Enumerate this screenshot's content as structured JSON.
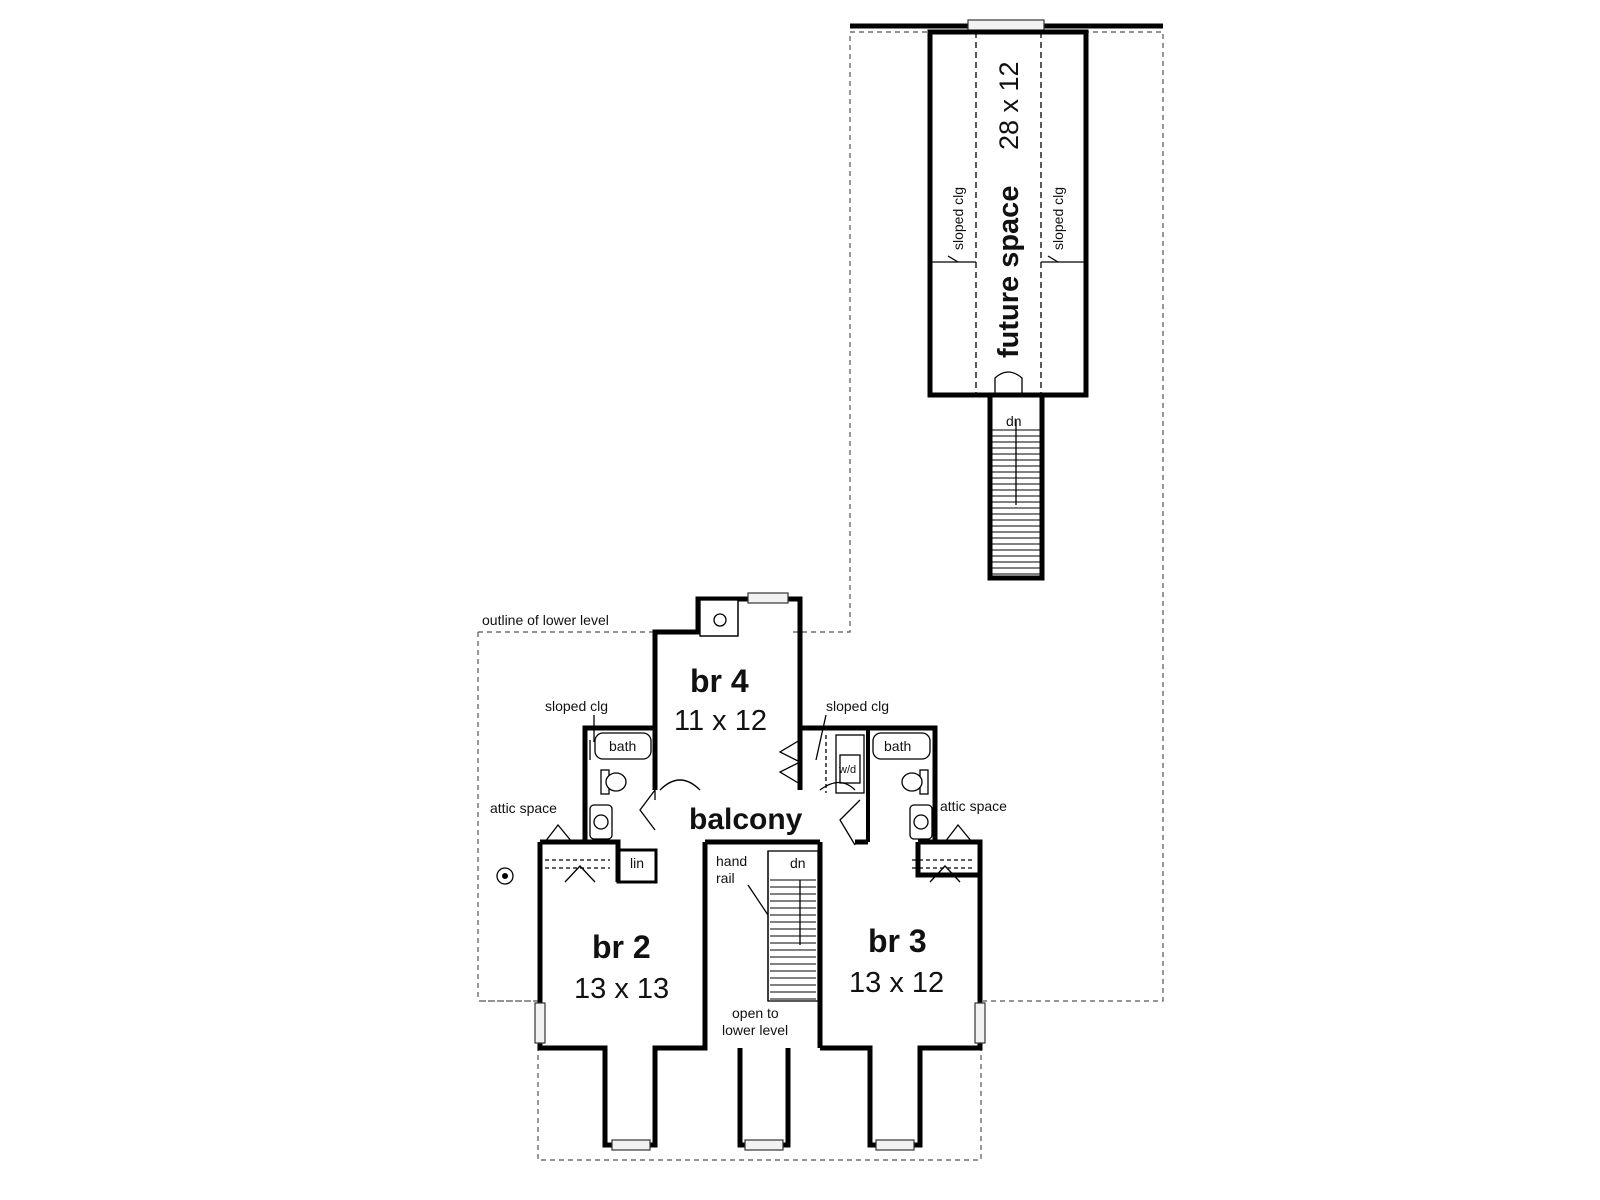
{
  "plan": {
    "future_space": {
      "label": "future space",
      "dims": "28 x 12"
    },
    "sloped_clg_left_upper": "sloped clg",
    "sloped_clg_right_upper": "sloped clg",
    "dn_upper": "dn",
    "outline_label": "outline of lower level",
    "br4": {
      "name": "br 4",
      "dims": "11 x 12"
    },
    "sloped_clg_left": "sloped clg",
    "sloped_clg_right": "sloped clg",
    "bath_left": "bath",
    "bath_right": "bath",
    "balcony": "balcony",
    "attic_space_left": "attic space",
    "attic_space_right": "attic space",
    "lin": "lin",
    "hand_rail_line1": "hand",
    "hand_rail_line2": "rail",
    "dn_lower": "dn",
    "wd": "w/d",
    "br2": {
      "name": "br 2",
      "dims": "13 x 13"
    },
    "br3": {
      "name": "br 3",
      "dims": "13 x 12"
    },
    "open_to_line1": "open to",
    "open_to_line2": "lower level"
  }
}
